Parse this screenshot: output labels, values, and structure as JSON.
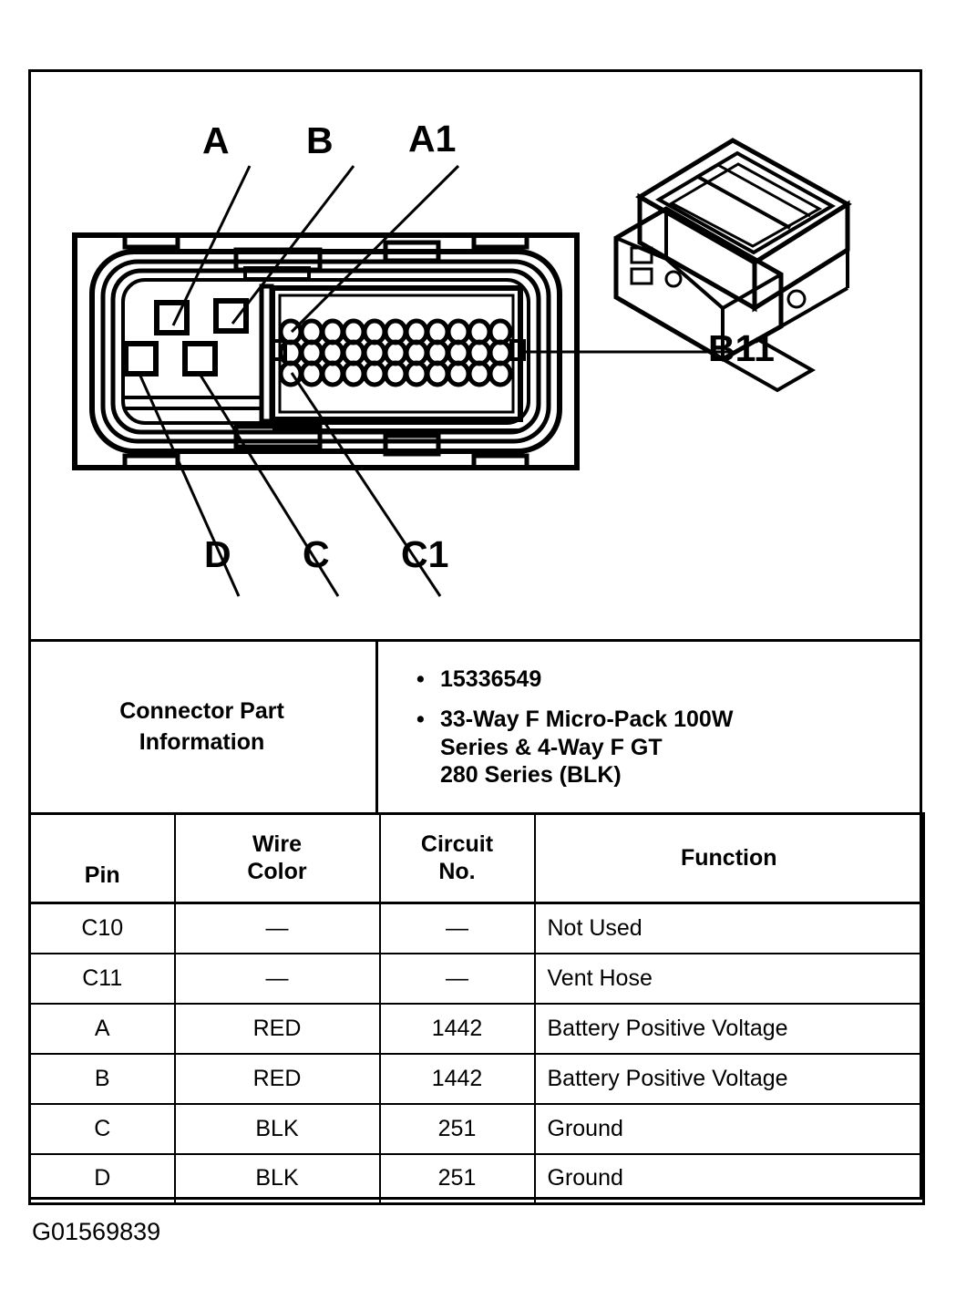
{
  "figure": {
    "id_label": "G01569839",
    "callouts": [
      {
        "key": "A",
        "label": "A"
      },
      {
        "key": "B",
        "label": "B"
      },
      {
        "key": "A1",
        "label": "A1"
      },
      {
        "key": "B11",
        "label": "B11"
      },
      {
        "key": "D",
        "label": "D"
      },
      {
        "key": "C",
        "label": "C"
      },
      {
        "key": "C1",
        "label": "C1"
      }
    ],
    "connector_face": {
      "square_cavity_count": 4,
      "pin_grid_rows": 3,
      "pin_grid_cols": 11,
      "pin_total": 33
    }
  },
  "part_info": {
    "label": "Connector Part\nInformation",
    "label_line1": "Connector Part",
    "label_line2": "Information",
    "bullet_glyph": "•",
    "items": [
      "15336549",
      "33-Way F Micro-Pack 100W Series & 4-Way F GT 280 Series (BLK)"
    ],
    "item2_line1": "33-Way F Micro-Pack 100W",
    "item2_line2": "Series & 4-Way F GT",
    "item2_line3": "280 Series (BLK)"
  },
  "pin_table": {
    "headers": {
      "pin": "Pin",
      "wire_color_line1": "Wire",
      "wire_color_line2": "Color",
      "circuit_no_line1": "Circuit",
      "circuit_no_line2": "No.",
      "function": "Function"
    },
    "rows": [
      {
        "pin": "C10",
        "wire_color": "—",
        "circuit_no": "—",
        "function": "Not Used"
      },
      {
        "pin": "C11",
        "wire_color": "—",
        "circuit_no": "—",
        "function": "Vent Hose"
      },
      {
        "pin": "A",
        "wire_color": "RED",
        "circuit_no": "1442",
        "function": "Battery Positive Voltage"
      },
      {
        "pin": "B",
        "wire_color": "RED",
        "circuit_no": "1442",
        "function": "Battery Positive Voltage"
      },
      {
        "pin": "C",
        "wire_color": "BLK",
        "circuit_no": "251",
        "function": "Ground"
      },
      {
        "pin": "D",
        "wire_color": "BLK",
        "circuit_no": "251",
        "function": "Ground"
      }
    ]
  },
  "colors": {
    "ink": "#000000",
    "paper": "#ffffff"
  }
}
